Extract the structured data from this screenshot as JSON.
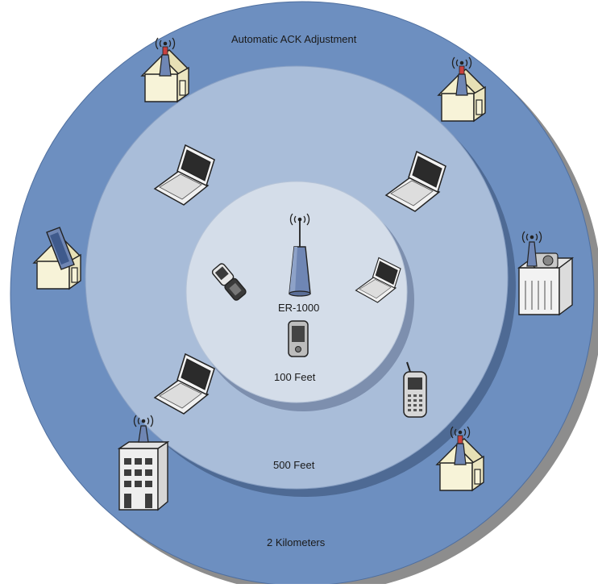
{
  "diagram": {
    "title": "Automatic ACK Adjustment",
    "rings": {
      "outer_label": "2 Kilometers",
      "middle_label": "500 Feet",
      "inner_label": "100 Feet"
    },
    "center_device_label": "ER-1000",
    "colors": {
      "outer_ring": "#6d8fc0",
      "middle_ring": "#a9bdd9",
      "inner_ring": "#d4dde9",
      "shadow": "#8d8d8d"
    },
    "devices": [
      "house-with-antenna-top-left",
      "house-with-antenna-top-right",
      "house-with-dish-left",
      "office-building-with-antenna-right",
      "tall-building-with-antenna-bottom-left",
      "house-with-antenna-bottom-right",
      "laptop-upper-left",
      "laptop-upper-right",
      "laptop-lower-left",
      "laptop-inner-right",
      "flip-phone-inner-left",
      "pda-inner-bottom",
      "cell-phone-lower-right",
      "access-point-center"
    ]
  }
}
